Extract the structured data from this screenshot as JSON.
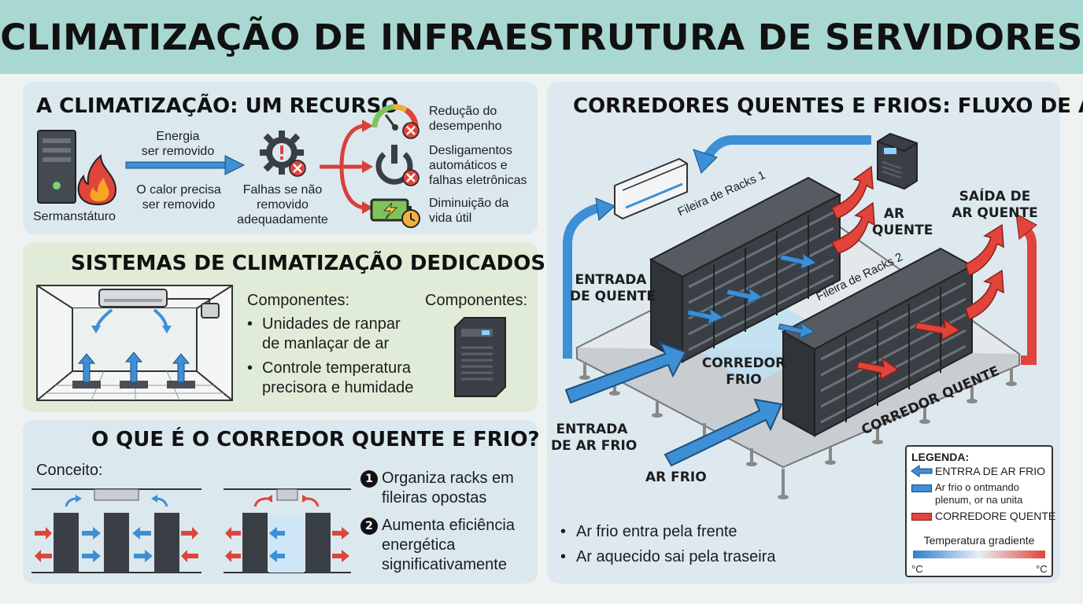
{
  "header": {
    "title": "CLIMATIZAÇÃO DE INFRAESTRUTURA DE SERVIDORES"
  },
  "resource": {
    "title": "A CLIMATIZAÇÃO: UM RECURSO",
    "server_label": "Sermanstáturo",
    "energy_label": "Energia\nser removido",
    "heat_label": "O calor precisa\nser removido",
    "failure_label": "Falhas se não\nremovido\nadequadamente",
    "outcomes": [
      "Redução do\ndesempenho",
      "Desligamentos\nautomáticos e\nfalhas eletrônicas",
      "Diminuição da\nvida útil"
    ]
  },
  "dedicated": {
    "title": "SISTEMAS DE CLIMATIZAÇÃO DEDICADOS",
    "components_heading": "Componentes:",
    "bullets": [
      "Unidades de ranpar\nde manlaçar de ar",
      "Controle temperatura\nprecisora e humidade"
    ],
    "components_heading_2": "Componentes:"
  },
  "concept": {
    "title": "O QUE É O CORREDOR QUENTE E FRIO?",
    "concept_label": "Conceito:",
    "points": [
      {
        "num": "1",
        "text": "Organiza racks em\nfileiras opostas"
      },
      {
        "num": "2",
        "text": "Aumenta eficiência\nenergética\nsignificativamente"
      }
    ]
  },
  "airflow": {
    "title": "CORREDORES QUENTES E FRIOS: FLUXO DE AR",
    "row1_label": "Fileira de Racks 1",
    "row2_label": "Fileira de Racks 2",
    "hot_air_label": "AR\nQUENTE",
    "hot_exit_label": "SAÍDA DE\nAR QUENTE",
    "hot_inlet_label": "ENTRADA\nDE QUENTE",
    "cold_corridor_label": "CORREDOR\nFRIO",
    "hot_corridor_label": "CORREDOR QUENTE",
    "cold_inlet_label": "ENTRADA\nDE AR FRIO",
    "cold_air_label": "AR FRIO",
    "bullets": [
      "Ar frio entra pela frente",
      "Ar aquecido sai pela traseira"
    ],
    "legend": {
      "title": "LEGENDA:",
      "items": [
        "ENTRRA DE AR FRIO",
        "Ar frio o ontmando\nplenum, or na unita",
        "CORREDORE QUENTE"
      ],
      "gradient_label": "Temperatura gradiente",
      "scale_left": "°C",
      "scale_right": "°C"
    },
    "colors": {
      "cold": "#3d8fd6",
      "hot": "#e0443a",
      "rack": "#3a3f45"
    }
  }
}
